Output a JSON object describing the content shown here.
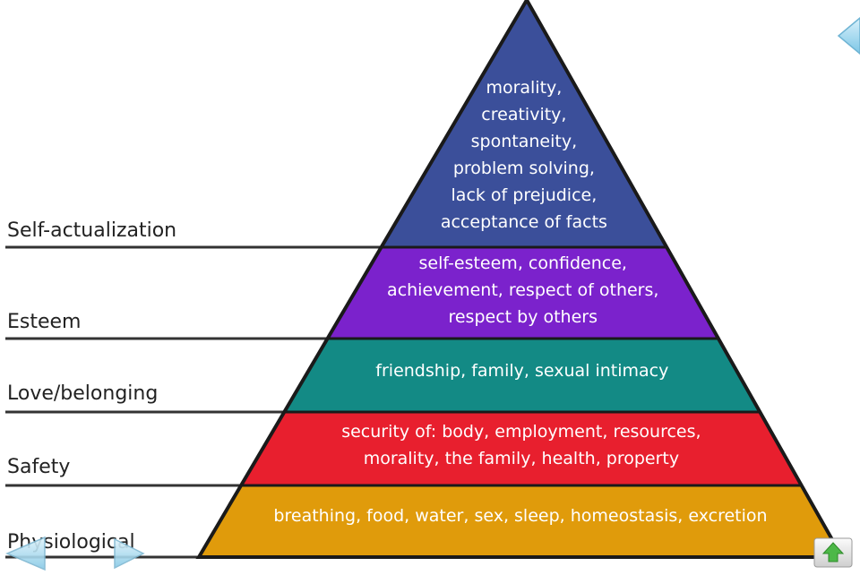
{
  "levels": [
    {
      "label": "Self-actualization",
      "color": "#3b4f9a",
      "lines": [
        "morality,",
        "creativity,",
        "spontaneity,",
        "problem solving,",
        "lack of prejudice,",
        "acceptance of facts"
      ]
    },
    {
      "label": "Esteem",
      "color": "#7b22cc",
      "lines": [
        "self-esteem, confidence,",
        "achievement, respect of others,",
        "respect by others"
      ]
    },
    {
      "label": "Love/belonging",
      "color": "#138a85",
      "lines": [
        "friendship, family, sexual intimacy"
      ]
    },
    {
      "label": "Safety",
      "color": "#e81f2e",
      "lines": [
        "security of: body, employment, resources,",
        "morality, the family, health, property"
      ]
    },
    {
      "label": "Physiological",
      "color": "#e09b0b",
      "lines": [
        "breathing, food, water, sex, sleep, homeostasis, excretion"
      ]
    }
  ],
  "icons": {
    "top_right": "triangle-left-icon",
    "prev": "triangle-left-icon",
    "next": "triangle-right-icon",
    "home": "home-up-arrow-icon"
  }
}
